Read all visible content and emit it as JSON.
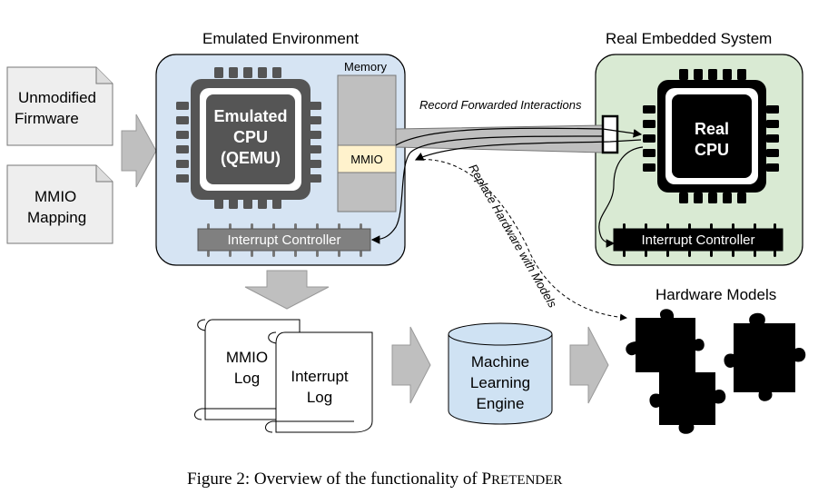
{
  "inputs": {
    "firmware_line1": "Unmodified",
    "firmware_line2": "Firmware",
    "mapping_line1": "MMIO",
    "mapping_line2": "Mapping"
  },
  "emulated": {
    "title": "Emulated Environment",
    "cpu_line1": "Emulated",
    "cpu_line2": "CPU",
    "cpu_line3": "(QEMU)",
    "memory_label": "Memory",
    "mmio_label": "MMIO",
    "interrupt_controller": "Interrupt Controller",
    "box_color": "#d6e4f3"
  },
  "real": {
    "title": "Real Embedded System",
    "cpu_line1": "Real",
    "cpu_line2": "CPU",
    "interrupt_controller": "Interrupt Controller",
    "box_color": "#d9ead3"
  },
  "connections": {
    "record": "Record Forwarded Interactions",
    "replace": "Replace Hardware with Models"
  },
  "logs": {
    "mmio_line1": "MMIO",
    "mmio_line2": "Log",
    "interrupt_line1": "Interrupt",
    "interrupt_line2": "Log"
  },
  "engine": {
    "line1": "Machine",
    "line2": "Learning",
    "line3": "Engine",
    "color": "#cfe2f3"
  },
  "models": {
    "title": "Hardware Models"
  },
  "caption": {
    "prefix": "Figure 2: Overview of the functionality of ",
    "name_first": "P",
    "name_rest": "RETENDER"
  }
}
